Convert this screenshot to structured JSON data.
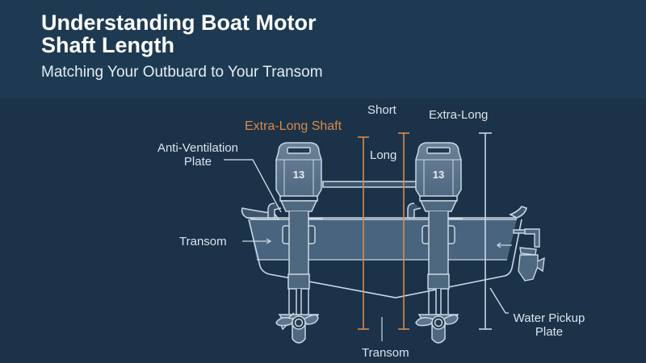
{
  "header": {
    "title_line1": "Understanding Boat Motor",
    "title_line2": "Shaft Length",
    "subtitle": "Matching Your Outbuard to Your Transom"
  },
  "diagram": {
    "labels": {
      "short": "Short",
      "extra_long_shaft": "Extra-Long Shaft",
      "extra_long": "Extra-Long",
      "long": "Long",
      "anti_ventilation_line1": "Anti-Ventilation",
      "anti_ventilation_line2": "Plate",
      "transom_left": "Transom",
      "transom_bottom": "Transom",
      "water_pickup_line1": "Water Pickup",
      "water_pickup_line2": "Plate"
    },
    "motors": [
      {
        "cowl_number": "13"
      },
      {
        "cowl_number": "13"
      }
    ],
    "colors": {
      "background": "#1b3249",
      "header": "#1e3a52",
      "line": "#c9d8e4",
      "hull_fill": "#5a7690",
      "accent_orange": "#d98a4a"
    }
  }
}
